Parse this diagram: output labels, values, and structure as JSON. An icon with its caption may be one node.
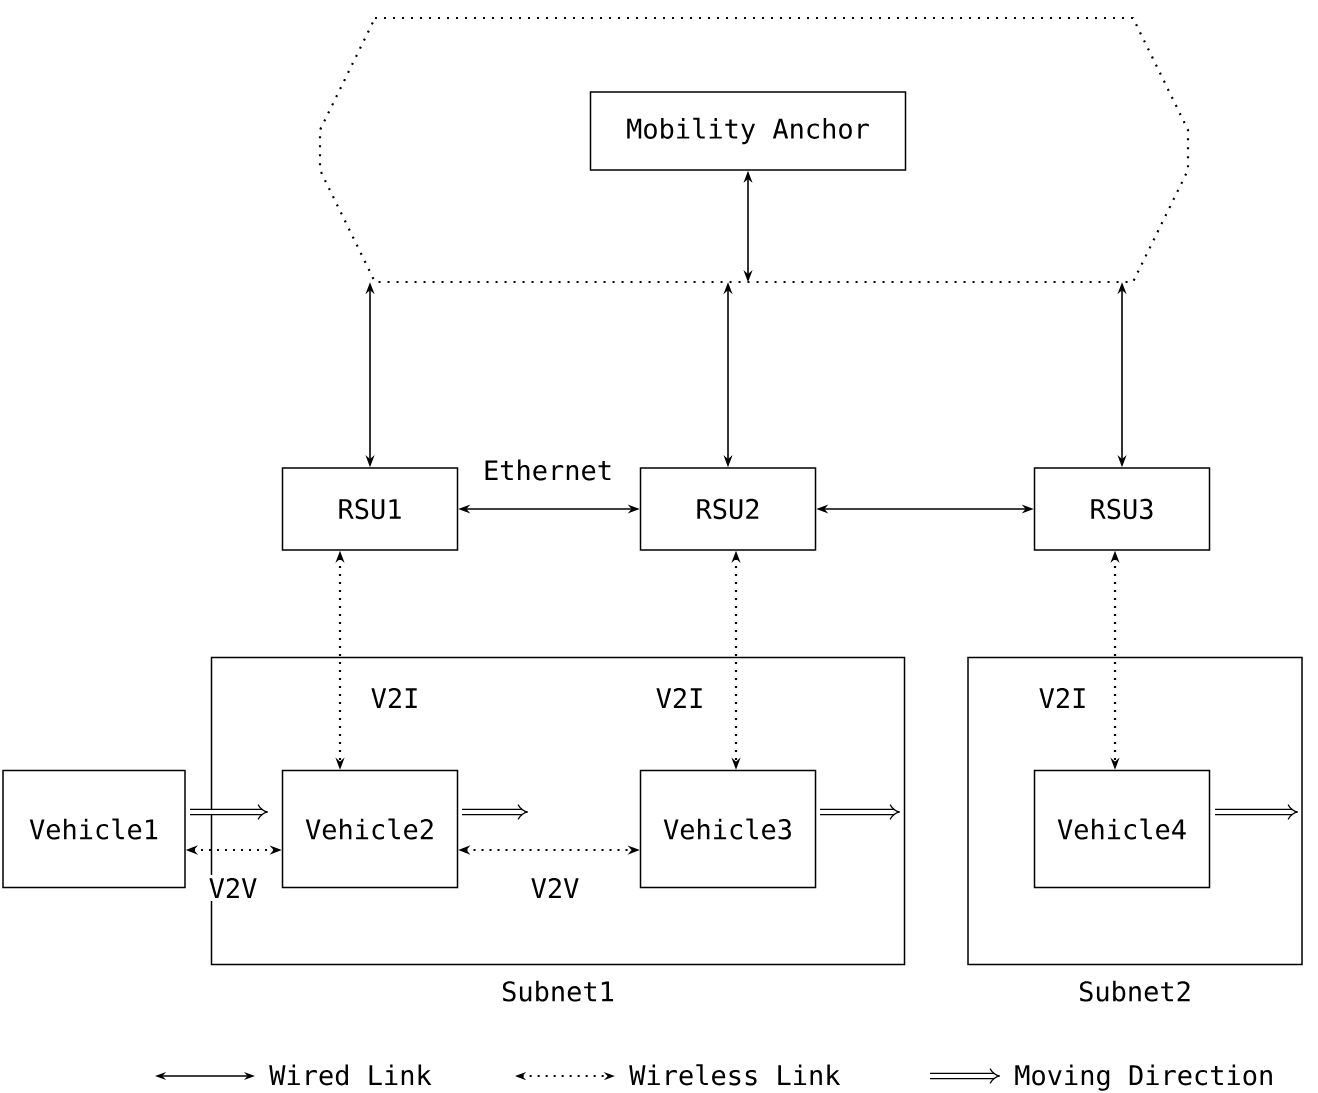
{
  "diagram": {
    "nodes": [
      {
        "text": [],
        "shape": "cloud"
      },
      {
        "text": [
          "Mobility Anchor"
        ],
        "in": 0
      },
      {
        "text": [
          "Subnet1"
        ]
      },
      {
        "text": [
          "Subnet2"
        ]
      },
      {
        "text": [
          "RSU1"
        ]
      },
      {
        "text": [
          "RSU2"
        ]
      },
      {
        "text": [
          "RSU3"
        ]
      },
      {
        "text": [
          "Vehicle1"
        ]
      },
      {
        "text": [
          "Vehicle2"
        ],
        "in": 2
      },
      {
        "text": [
          "Vehicle3"
        ],
        "in": 2
      },
      {
        "text": [
          "Vehicle4"
        ],
        "in": 3
      }
    ],
    "edges": [
      {
        "from": 1,
        "to": 0,
        "arrow": "both"
      },
      {
        "from": 0,
        "to": 4,
        "arrow": "both"
      },
      {
        "from": 0,
        "to": 5,
        "arrow": "both"
      },
      {
        "from": 0,
        "to": 6,
        "arrow": "both"
      },
      {
        "from": 4,
        "to": 5,
        "arrow": "both",
        "label": "Ethernet"
      },
      {
        "from": 5,
        "to": 6,
        "arrow": "both"
      },
      {
        "from": 4,
        "to": 8,
        "arrow": "both",
        "style": "dashed",
        "label": "V2I"
      },
      {
        "from": 5,
        "to": 9,
        "arrow": "both",
        "style": "dashed",
        "label": "V2I"
      },
      {
        "from": 6,
        "to": 10,
        "arrow": "both",
        "style": "dashed",
        "label": "V2I"
      },
      {
        "from": 7,
        "to": 8,
        "arrow": "both",
        "style": "dashed",
        "label": "V2V"
      },
      {
        "from": 8,
        "to": 9,
        "arrow": "both",
        "style": "dashed",
        "label": "V2V"
      }
    ],
    "legend": [
      {
        "text": "Wired Link"
      },
      {
        "text": "Wireless Link"
      },
      {
        "text": "Moving Direction"
      }
    ]
  }
}
